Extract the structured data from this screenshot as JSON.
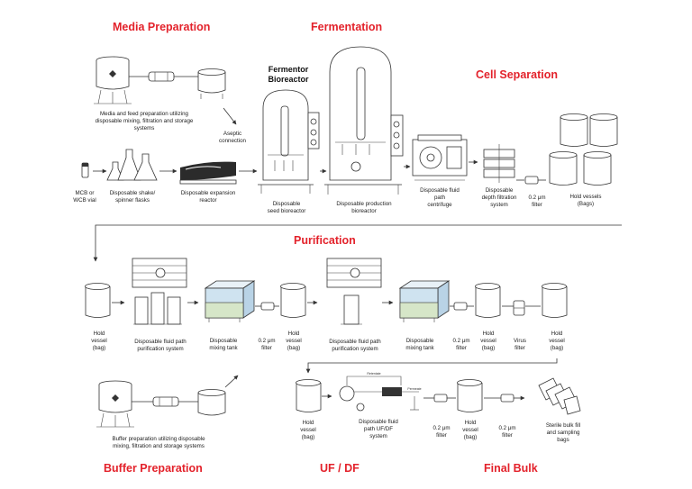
{
  "sections": {
    "media_preparation": "Media Preparation",
    "fermentation": "Fermentation",
    "cell_separation": "Cell Separation",
    "purification": "Purification",
    "buffer_preparation": "Buffer Preparation",
    "uf_df": "UF / DF",
    "final_bulk": "Final Bulk"
  },
  "fermentor_label": [
    "Fermentor",
    "Bioreactor"
  ],
  "labels": {
    "media_feed": [
      "Media and feed preparation utilizing",
      "disposable mixing, filtration and storage",
      "systems"
    ],
    "aseptic": [
      "Aseptic",
      "connection"
    ],
    "mcb": [
      "MCB or",
      "WCB vial"
    ],
    "shake_flasks": [
      "Disposable shake/",
      "spinner flasks"
    ],
    "expansion_reactor": [
      "Disposable expansion",
      "reactor"
    ],
    "seed_bioreactor": [
      "Disposable",
      "seed bioreactor"
    ],
    "production_bioreactor": [
      "Disposable production",
      "bioreactor"
    ],
    "centrifuge": [
      "Disposable fluid",
      "path",
      "centrifuge"
    ],
    "depth_filtration": [
      "Disposable",
      "depth filtration",
      "system"
    ],
    "filter_1": [
      "0.2 μm",
      "filter"
    ],
    "hold_vessels_1": [
      "Hold vessels",
      "(Bags)"
    ],
    "hold_vessel_a": [
      "Hold",
      "vessel",
      "(bag)"
    ],
    "purif_system_1": [
      "Disposable fluid path",
      "purification system"
    ],
    "mixing_tank_1": [
      "Disposable",
      "mixing tank"
    ],
    "filter_2": [
      "0.2 μm",
      "filter"
    ],
    "hold_vessel_b": [
      "Hold",
      "vessel",
      "(bag)"
    ],
    "purif_system_2": [
      "Disposable fluid path",
      "purification system"
    ],
    "mixing_tank_2": [
      "Disposable",
      "mixing tank"
    ],
    "filter_3": [
      "0.2 μm",
      "filter"
    ],
    "hold_vessel_c": [
      "Hold",
      "vessel",
      "(bag)"
    ],
    "virus_filter": [
      "Virus",
      "filter"
    ],
    "hold_vessel_d": [
      "Hold",
      "vessel",
      "(bag)"
    ],
    "buffer_prep": [
      "Buffer preparation utilizing disposable",
      "mixing, filtration and storage systems"
    ],
    "hold_vessel_e": [
      "Hold",
      "vessel",
      "(bag)"
    ],
    "ufdf_system": [
      "Disposable fluid",
      "path UF/DF",
      "system"
    ],
    "filter_4": [
      "0.2 μm",
      "filter"
    ],
    "hold_vessel_f": [
      "Hold",
      "vessel",
      "(bag)"
    ],
    "filter_5": [
      "0.2 μm",
      "filter"
    ],
    "sterile_bulk": [
      "Sterile bulk fill",
      "and sampling",
      "bags"
    ]
  },
  "colors": {
    "section_title": "#e3222b",
    "mixing_tank_fill": "#cfe3f0",
    "mixing_tank_base": "#d6e6c8",
    "outline": "#333333"
  }
}
